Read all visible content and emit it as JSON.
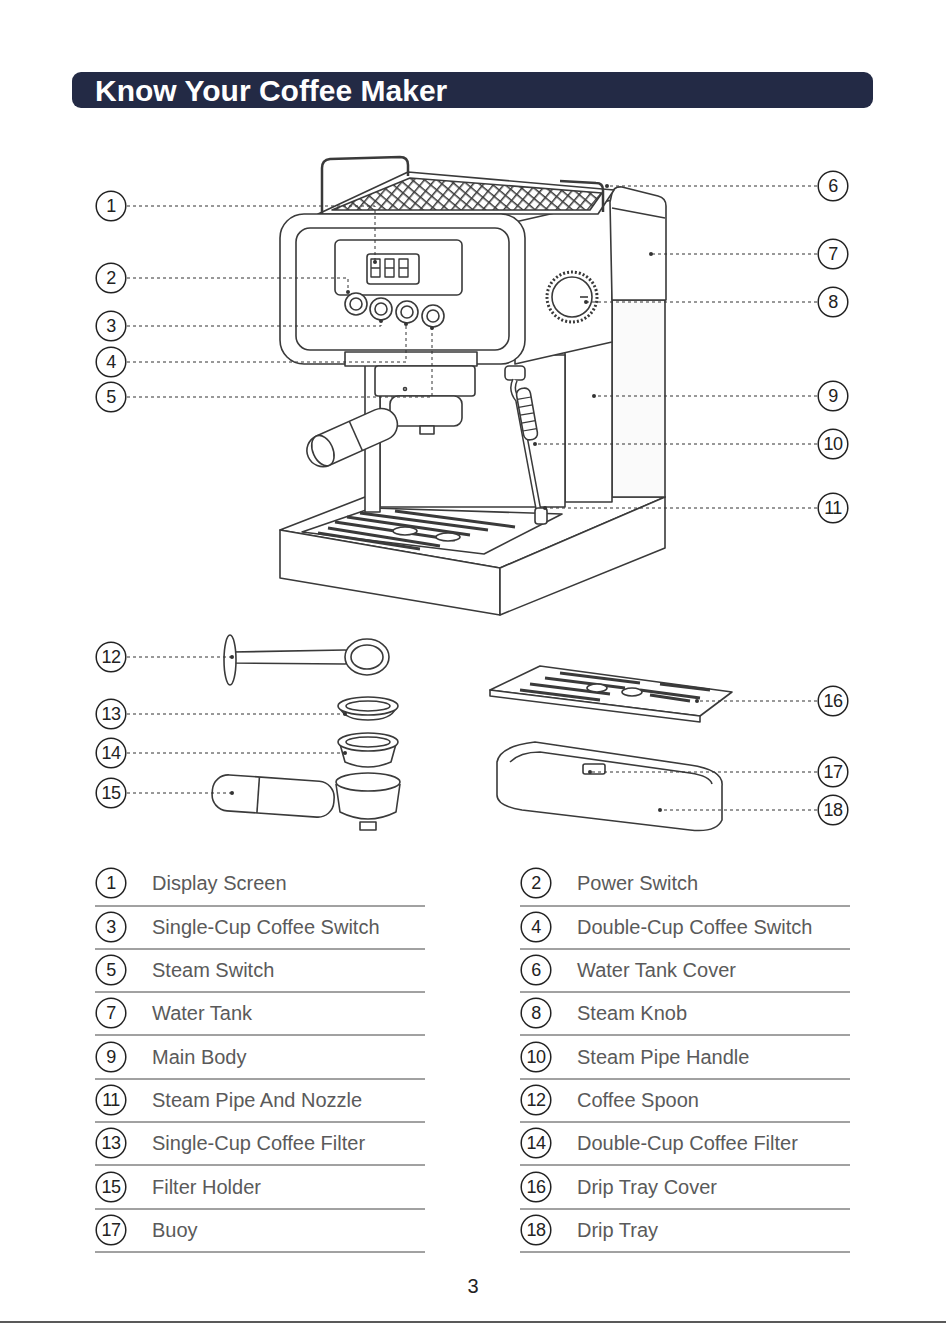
{
  "diagram": {
    "title": "Know Your Coffee Maker",
    "nodes": [
      {
        "text": [
          "1"
        ]
      },
      {
        "text": [
          "2"
        ]
      },
      {
        "text": [
          "3"
        ]
      },
      {
        "text": [
          "4"
        ]
      },
      {
        "text": [
          "5"
        ]
      },
      {
        "text": [
          "6"
        ]
      },
      {
        "text": [
          "7"
        ]
      },
      {
        "text": [
          "8"
        ]
      },
      {
        "text": [
          "9"
        ]
      },
      {
        "text": [
          "10"
        ]
      },
      {
        "text": [
          "11"
        ]
      },
      {
        "text": [
          "12"
        ]
      },
      {
        "text": [
          "13"
        ]
      },
      {
        "text": [
          "14"
        ]
      },
      {
        "text": [
          "15"
        ]
      },
      {
        "text": [
          "16"
        ]
      },
      {
        "text": [
          "17"
        ]
      },
      {
        "text": [
          "18"
        ]
      },
      {
        "text": [
          "1"
        ]
      },
      {
        "text": [
          "2"
        ]
      },
      {
        "text": [
          "3"
        ]
      },
      {
        "text": [
          "4"
        ]
      },
      {
        "text": [
          "5"
        ]
      },
      {
        "text": [
          "6"
        ]
      },
      {
        "text": [
          "7"
        ]
      },
      {
        "text": [
          "8"
        ]
      },
      {
        "text": [
          "9"
        ]
      },
      {
        "text": [
          "10"
        ]
      },
      {
        "text": [
          "11"
        ]
      },
      {
        "text": [
          "12"
        ]
      },
      {
        "text": [
          "13"
        ]
      },
      {
        "text": [
          "14"
        ]
      },
      {
        "text": [
          "15"
        ]
      },
      {
        "text": [
          "16"
        ]
      },
      {
        "text": [
          "17"
        ]
      },
      {
        "text": [
          "18"
        ]
      }
    ],
    "labels": [
      "Display Screen",
      "Power Switch",
      "Single-Cup Coffee Switch",
      "Double-Cup Coffee Switch",
      "Steam Switch",
      "Water Tank Cover",
      "Water Tank",
      "Steam Knob",
      "Main Body",
      "Steam Pipe Handle",
      "Steam Pipe And Nozzle",
      "Coffee Spoon",
      "Single-Cup Coffee Filter",
      "Double-Cup Coffee Filter",
      "Filter Holder",
      "Drip Tray Cover",
      "Buoy",
      "Drip Tray",
      "3"
    ]
  }
}
